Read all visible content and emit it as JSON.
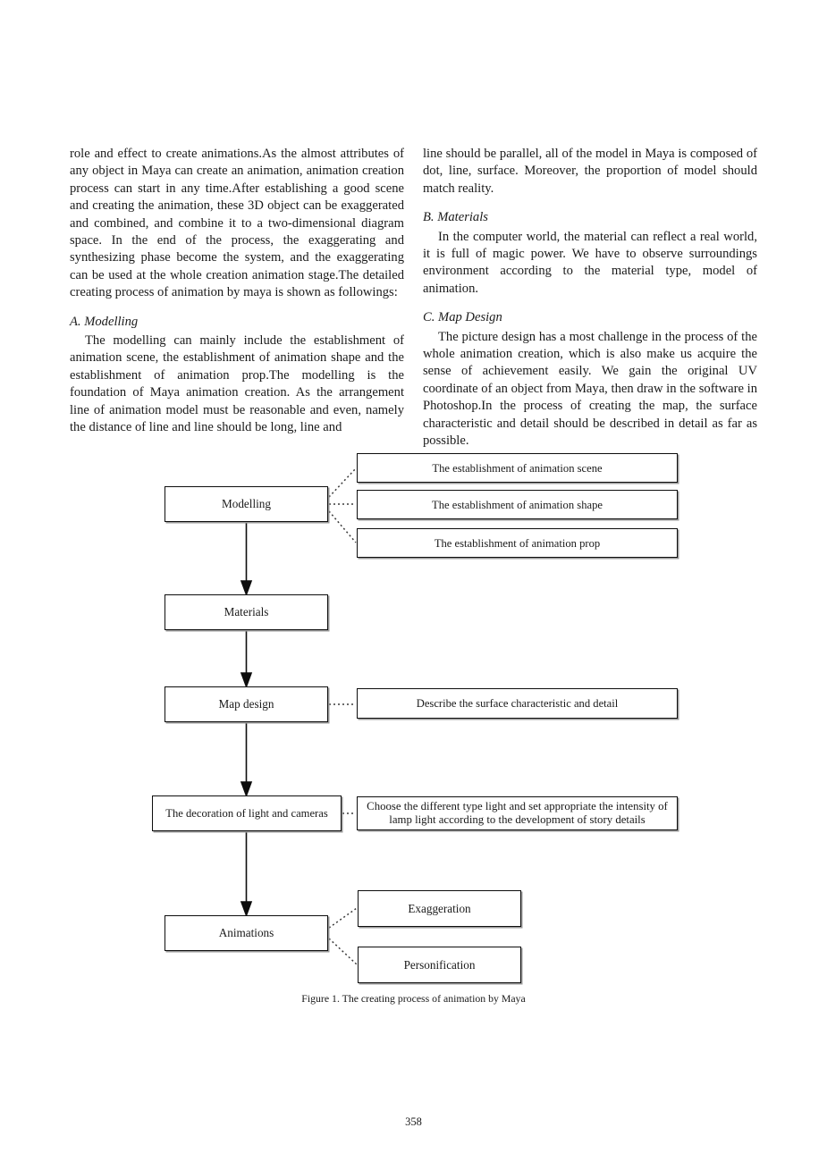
{
  "page": {
    "number": "358"
  },
  "columns": {
    "left": {
      "paragraphs": [
        "role and effect to create animations.As the almost attributes of any object in Maya can create an animation, animation creation process can start in any time.After establishing a good scene and creating the animation, these 3D object can be exaggerated and combined, and combine it to a two-dimensional diagram space. In the end of the process, the exaggerating and synthesizing phase become the system, and the exaggerating can be used at the whole creation animation stage.The detailed creating process of animation by maya is shown as followings:"
      ],
      "subhead_a": "A. Modelling",
      "par_a": "The modelling can mainly include the establishment of animation scene, the establishment of animation shape and the establishment of animation prop.The modelling is the foundation of Maya animation creation. As the arrangement line of animation model must be reasonable and even, namely the distance of line and line should be long, line and"
    },
    "right": {
      "par_continued": "line should be parallel, all of the model in Maya is composed of dot, line, surface. Moreover, the proportion of model should match reality.",
      "subhead_b": "B. Materials",
      "par_b": "In the computer world, the material can reflect a real world, it is full of magic power. We have to observe surroundings environment according to the material type, model of animation.",
      "subhead_c": "C. Map Design",
      "par_c": "The picture design has a most challenge in the process of the whole animation creation, which is also make us acquire the sense of achievement easily. We gain the original UV coordinate of an object from Maya, then draw in the software in Photoshop.In the process of creating the map, the surface characteristic and detail should be described in detail as far as possible."
    }
  },
  "figure": {
    "caption": "Figure 1. The creating process of animation by Maya",
    "nodes": {
      "modelling": "Modelling",
      "materials": "Materials",
      "map_design": "Map design",
      "light_cameras": "The decoration of light and cameras",
      "animations": "Animations",
      "scene": "The establishment of animation scene",
      "shape": "The establishment of animation shape",
      "prop": "The establishment of animation prop",
      "describe": "Describe  the surface characteristic and detail",
      "choose": "Choose the different type light and set appropriate the intensity of lamp light according to the development of story details",
      "exaggeration": "Exaggeration",
      "personification": "Personification"
    }
  }
}
